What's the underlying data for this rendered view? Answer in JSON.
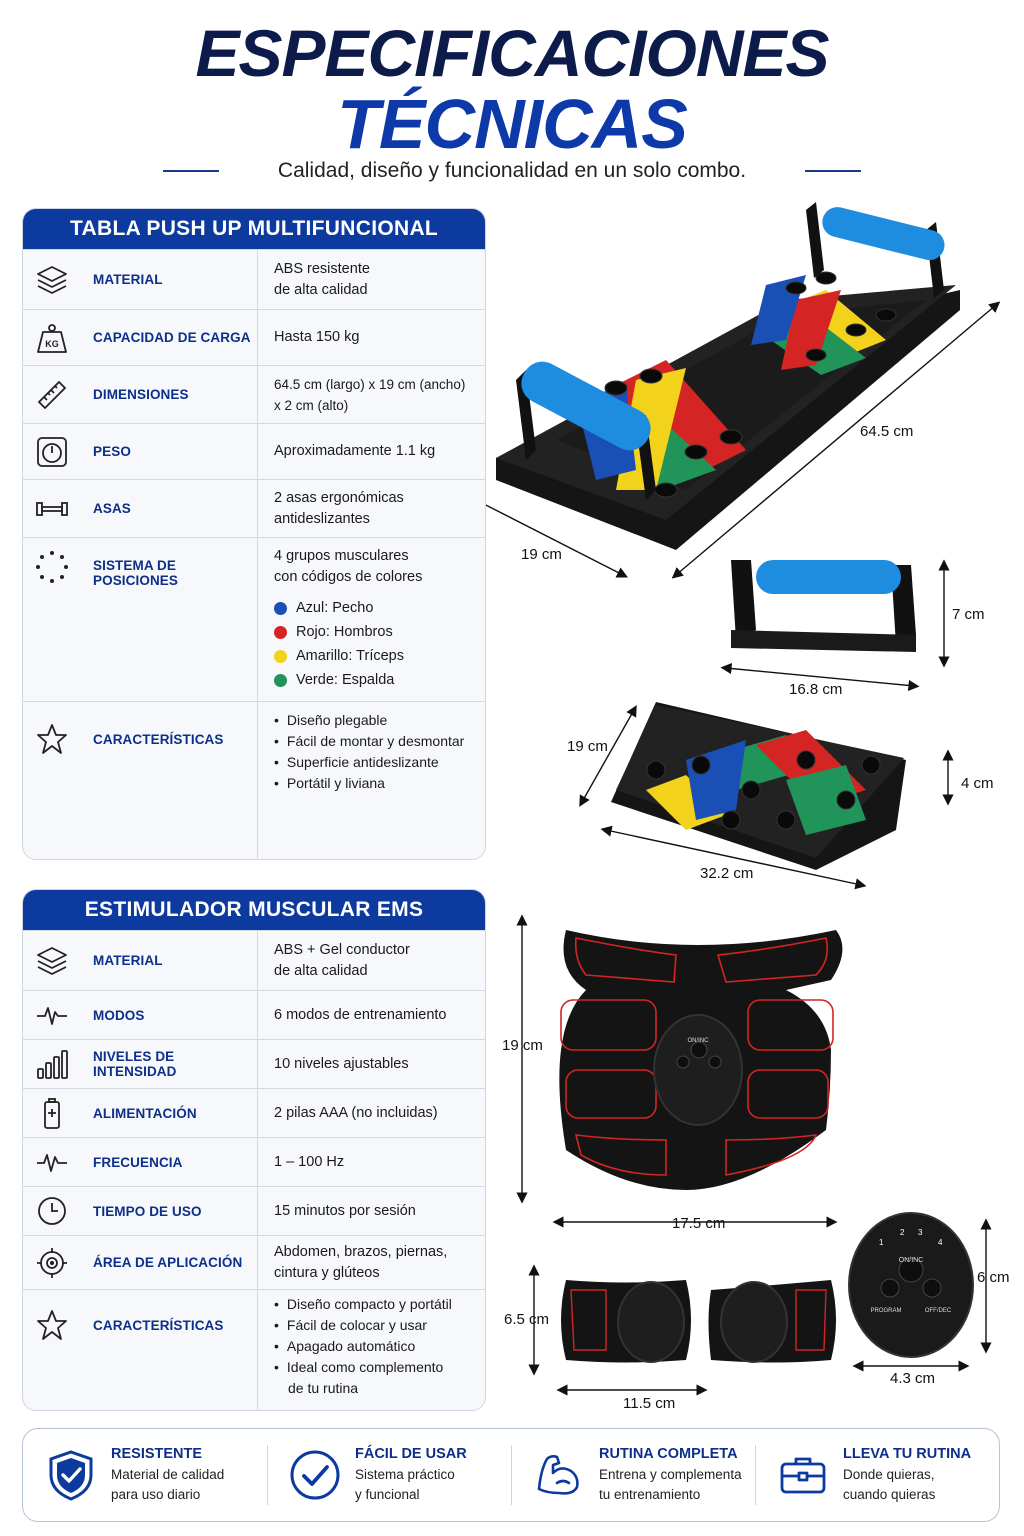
{
  "header": {
    "title_line1": "ESPECIFICACIONES",
    "title_line2": "TÉCNICAS",
    "subtitle": "Calidad, diseño y funcionalidad en un solo combo."
  },
  "pushup": {
    "title": "TABLA PUSH UP MULTIFUNCIONAL",
    "rows": [
      {
        "icon": "layers-icon",
        "label": "MATERIAL",
        "lines": [
          "ABS resistente",
          "de alta calidad"
        ]
      },
      {
        "icon": "weight-icon",
        "label": "CAPACIDAD DE CARGA",
        "lines": [
          "Hasta 150 kg"
        ],
        "icon_text": "KG"
      },
      {
        "icon": "ruler-icon",
        "label": "DIMENSIONES",
        "lines": [
          "64.5 cm (largo) x 19 cm (ancho)",
          "x 2 cm (alto)"
        ]
      },
      {
        "icon": "scale-icon",
        "label": "PESO",
        "lines": [
          "Aproximadamente 1.1 kg"
        ]
      },
      {
        "icon": "handle-icon",
        "label": "ASAS",
        "lines": [
          "2 asas ergonómicas",
          "antideslizantes"
        ]
      },
      {
        "icon": "dots-circle-icon",
        "label": "SISTEMA DE POSICIONES",
        "lines": [
          "4 grupos musculares",
          "con códigos de colores"
        ],
        "colors": [
          {
            "label": "Azul: Pecho",
            "color": "#1a4fb5"
          },
          {
            "label": "Rojo: Hombros",
            "color": "#d42424"
          },
          {
            "label": "Amarillo: Tríceps",
            "color": "#f2d21b"
          },
          {
            "label": "Verde: Espalda",
            "color": "#21945a"
          }
        ]
      },
      {
        "icon": "star-icon",
        "label": "CARACTERÍSTICAS",
        "bullets": [
          "Diseño plegable",
          "Fácil de montar y desmontar",
          "Superficie antideslizante",
          "Portátil y liviana"
        ]
      }
    ]
  },
  "ems": {
    "title": "ESTIMULADOR MUSCULAR EMS",
    "rows": [
      {
        "icon": "layers-icon",
        "label": "MATERIAL",
        "lines": [
          "ABS + Gel conductor",
          "de alta calidad"
        ]
      },
      {
        "icon": "pulse-icon",
        "label": "MODOS",
        "lines": [
          "6 modos de entrenamiento"
        ]
      },
      {
        "icon": "signal-bars-icon",
        "label": "NIVELES DE INTENSIDAD",
        "lines": [
          "10 niveles ajustables"
        ]
      },
      {
        "icon": "battery-icon",
        "label": "ALIMENTACIÓN",
        "lines": [
          "2 pilas AAA (no incluidas)"
        ]
      },
      {
        "icon": "frequency-icon",
        "label": "FRECUENCIA",
        "lines": [
          "1 – 100 Hz"
        ]
      },
      {
        "icon": "clock-icon",
        "label": "TIEMPO DE USO",
        "lines": [
          "15 minutos por sesión"
        ]
      },
      {
        "icon": "target-icon",
        "label": "ÁREA DE APLICACIÓN",
        "lines": [
          "Abdomen, brazos, piernas,",
          "cintura y glúteos"
        ]
      },
      {
        "icon": "star-icon",
        "label": "CARACTERÍSTICAS",
        "bullets": [
          "Diseño compacto y portátil",
          "Fácil de colocar y usar",
          "Apagado automático",
          "Ideal como complemento",
          "de tu rutina"
        ]
      }
    ]
  },
  "dimensions": {
    "board_length": "64.5 cm",
    "board_width": "19 cm",
    "handle_height": "7 cm",
    "handle_width": "16.8 cm",
    "folded_width": "19 cm",
    "folded_height": "4 cm",
    "folded_length": "32.2 cm",
    "ems_height": "19 cm",
    "ems_width": "17.5 cm",
    "arm_height": "6.5 cm",
    "arm_width": "11.5 cm",
    "controller_height": "6 cm",
    "controller_width": "4.3 cm"
  },
  "controller": {
    "on": "ON/INC",
    "program": "PROGRAM",
    "off": "OFF/DEC",
    "nums": [
      "1",
      "2",
      "3",
      "4"
    ]
  },
  "footer": [
    {
      "icon": "shield-icon",
      "title": "RESISTENTE",
      "desc1": "Material de calidad",
      "desc2": "para uso diario"
    },
    {
      "icon": "check-circle-icon",
      "title": "FÁCIL DE USAR",
      "desc1": "Sistema práctico",
      "desc2": "y funcional"
    },
    {
      "icon": "muscle-arm-icon",
      "title": "RUTINA COMPLETA",
      "desc1": "Entrena y complementa",
      "desc2": "tu entrenamiento"
    },
    {
      "icon": "briefcase-icon",
      "title": "LLEVA TU RUTINA",
      "desc1": "Donde quieras,",
      "desc2": "cuando quieras"
    }
  ],
  "colors": {
    "navy": "#0c1b4a",
    "brand_blue": "#0d3aa8",
    "header_blue": "#0d3a9e",
    "label_blue": "#0d2f8a"
  }
}
